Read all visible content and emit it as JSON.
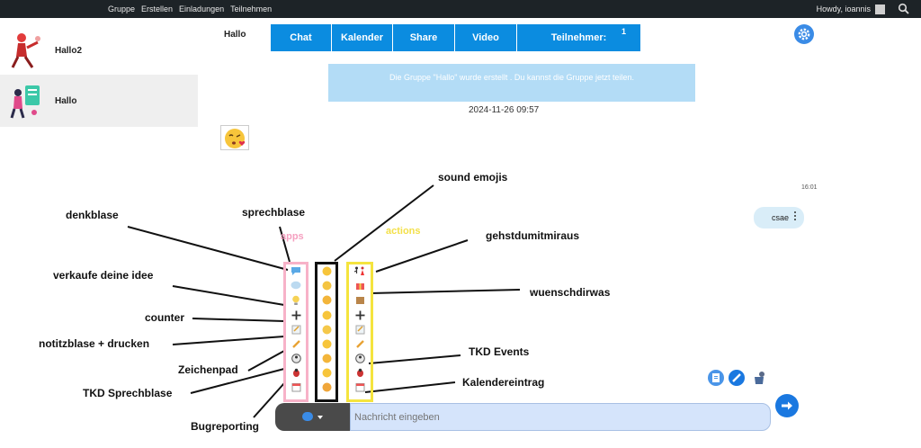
{
  "adminbar": {
    "menu": [
      "Gruppe",
      "Erstellen",
      "Einladungen",
      "Teilnehmen"
    ],
    "howdy": "Howdy, ioannis"
  },
  "sidebar": {
    "items": [
      {
        "name": "Hallo2"
      },
      {
        "name": "Hallo",
        "active": true
      }
    ]
  },
  "chat": {
    "title": "Hallo",
    "tabs": [
      "Chat",
      "Kalender",
      "Share",
      "Video",
      "Teilnehmer:"
    ],
    "participant_count": "1",
    "tab_color": "#0b8ce0",
    "system_message": "Die Gruppe \"Hallo\" wurde erstellt . Du kannst die Gruppe jetzt teilen.",
    "system_date": "2024-11-26 09:57",
    "sent_time": "16:01",
    "sent_message": "csae"
  },
  "annotations": {
    "sound_emojis": "sound emojis",
    "denkblase": "denkblase",
    "sprechblase": "sprechblase",
    "apps": "apps",
    "actions": "actions",
    "gehstdumitmiraus": "gehstdumitmiraus",
    "verkaufe": "verkaufe deine idee",
    "wuenschdirwas": "wuenschdirwas",
    "counter": "counter",
    "notitz": "notitzblase + drucken",
    "tkd_events": "TKD Events",
    "zeichenpad": "Zeichenpad",
    "kalendereintrag": "Kalendereintrag",
    "tkd_sprechblase": "TKD  Sprechblase",
    "bugreporting": "Bugreporting"
  },
  "composer": {
    "placeholder": "Nachricht eingeben"
  },
  "colors": {
    "apps_box": "#f7b2c8",
    "sound_box": "#111111",
    "actions_box": "#f5e43e",
    "input_bg": "#d5e4fb"
  }
}
